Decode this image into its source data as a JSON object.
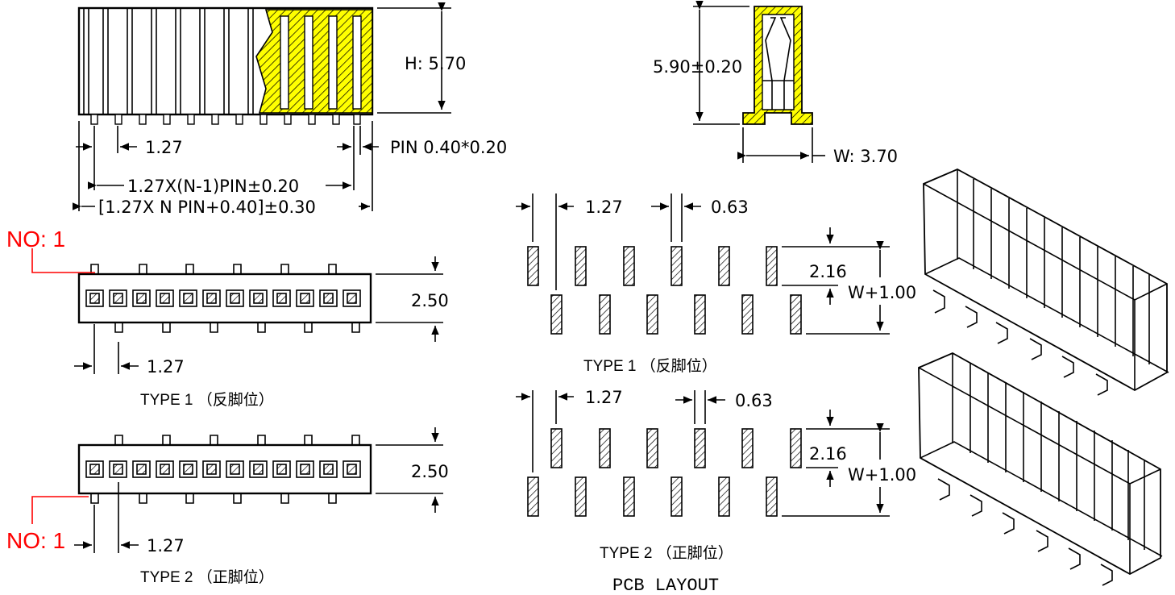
{
  "colors": {
    "line": "#000000",
    "annotation": "#ff0000",
    "highlight": "#ffff00",
    "background": "#ffffff"
  },
  "dimensions": {
    "height": "H: 5.70",
    "side_height": "5.90±0.20",
    "width": "W: 3.70",
    "pin": "PIN 0.40*0.20",
    "pitch": "1.27",
    "span_pins": "1.27X(N-1)PIN±0.20",
    "span_total": "[1.27X N PIN+0.40]±0.30",
    "body_width": "2.50",
    "pad_gap": "0.63",
    "pad_length": "2.16",
    "row_spacing": "W+1.00"
  },
  "annotations": {
    "pin1_type1": "NO: 1",
    "pin1_type2": "NO: 1"
  },
  "captions": {
    "type1": "TYPE 1 （反脚位）",
    "type2": "TYPE 2 （正脚位）",
    "pcb": "PCB LAYOUT"
  }
}
